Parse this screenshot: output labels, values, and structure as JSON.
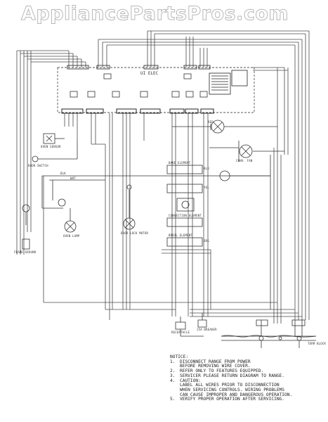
{
  "watermark": "AppliancePartsPros.com",
  "control": {
    "label": "UI ELEC"
  },
  "component_labels": {
    "bake_element": "BAKE ELEMENT",
    "broil_element": "BROIL ELEMENT",
    "convection_element": "CONVECTION ELEMENT",
    "convection_fan": "CONV. FAN",
    "oven_lamp": "OVEN LAMP",
    "door_lock": "DOOR LOCK MOTOR",
    "oven_sensor": "OVEN SENSOR",
    "terminal_block": "TERM BLOCK",
    "receptacle": "RECEPTACLE",
    "breaker": "15A BREAKER",
    "frame_ground": "FRAME GROUND",
    "door_switch": "DOOR SWITCH"
  },
  "wire_colors": [
    "BLK",
    "WHT",
    "RED",
    "YEL",
    "BLU",
    "ORG"
  ],
  "notice": {
    "title": "NOTICE:",
    "items": [
      {
        "num": "1.",
        "lines": [
          "DISCONNECT RANGE FROM POWER",
          "BEFORE REMOVING WIRE COVER."
        ]
      },
      {
        "num": "2.",
        "lines": [
          "REFER ONLY TO FEATURES EQUIPPED."
        ]
      },
      {
        "num": "3.",
        "lines": [
          "SERVICER PLEASE RETURN DIAGRAM TO RANGE."
        ]
      },
      {
        "num": "4.",
        "lines": [
          "CAUTION:",
          "LABEL ALL WIRES PRIOR TO DISCONNECTION",
          "WHEN SERVICING CONTROLS. WIRING PROBLEMS",
          "CAN CAUSE IMPROPER AND DANGEROUS OPERATION."
        ]
      },
      {
        "num": "5.",
        "lines": [
          "VERIFY PROPER OPERATION AFTER SERVICING."
        ]
      }
    ]
  }
}
